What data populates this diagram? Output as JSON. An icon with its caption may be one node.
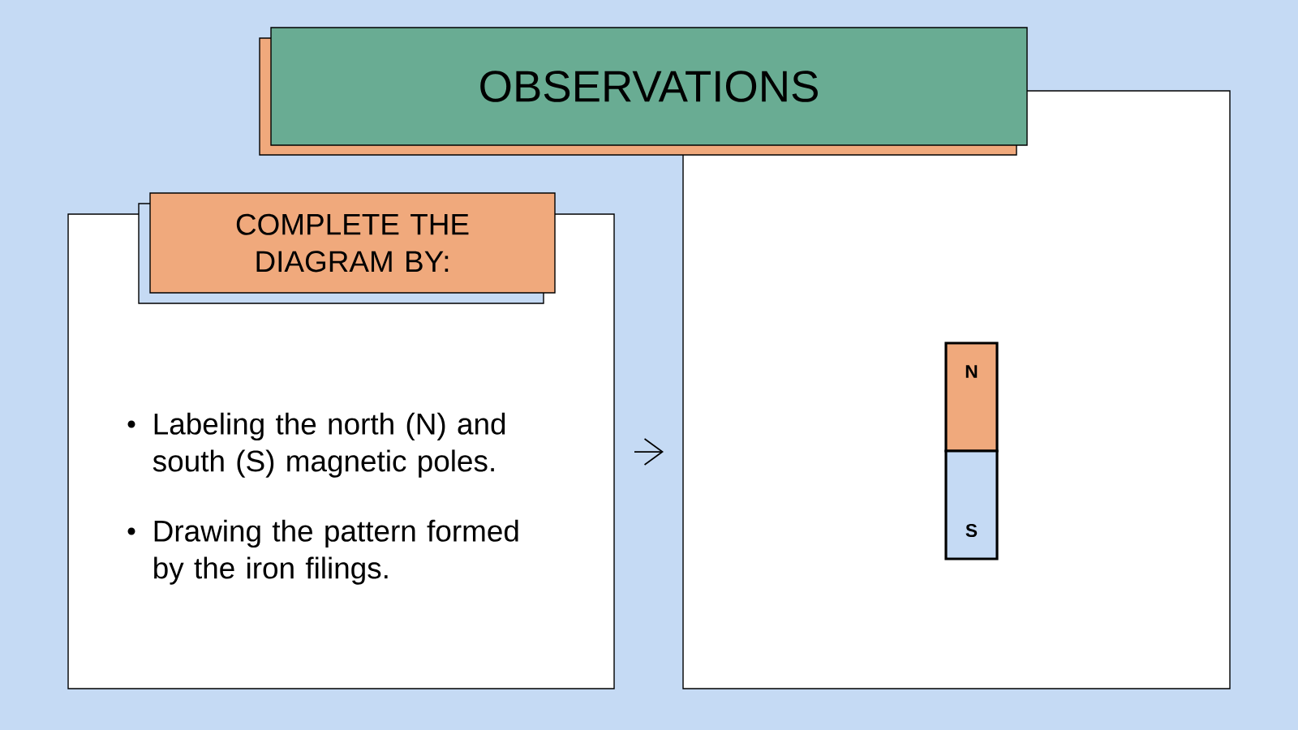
{
  "diagram": {
    "nodes": [
      {
        "text": [
          "OBSERVATIONS"
        ]
      },
      {
        "text": [
          "Labeling the north (N) and south (S) magnetic poles.",
          "Drawing the pattern formed by the iron filings."
        ]
      },
      {
        "text": [
          "COMPLETE THE DIAGRAM BY:"
        ]
      },
      {
        "text": [],
        "shape": "box"
      },
      {
        "text": [
          "N"
        ],
        "in": 3
      },
      {
        "text": [
          "S"
        ],
        "in": 3
      }
    ],
    "edges": [
      {
        "from": 1,
        "to": 3,
        "arrow": "to"
      }
    ]
  }
}
